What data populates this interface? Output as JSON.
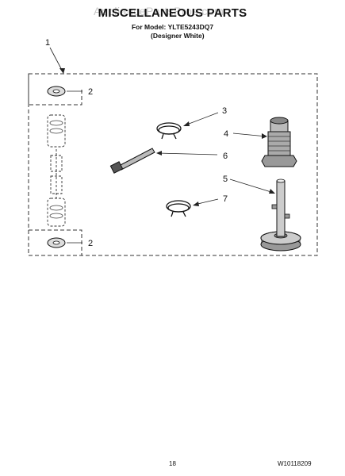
{
  "watermark": "AppliancePartsPros.com",
  "title": "MISCELLANEOUS PARTS",
  "model_line": "For Model: YLTE5243DQ7",
  "variant_line": "(Designer White)",
  "callouts": {
    "c1": "1",
    "c2a": "2",
    "c2b": "2",
    "c3": "3",
    "c4": "4",
    "c5": "5",
    "c6": "6",
    "c7": "7"
  },
  "footer": {
    "page": "18",
    "doc": "W10118209"
  }
}
